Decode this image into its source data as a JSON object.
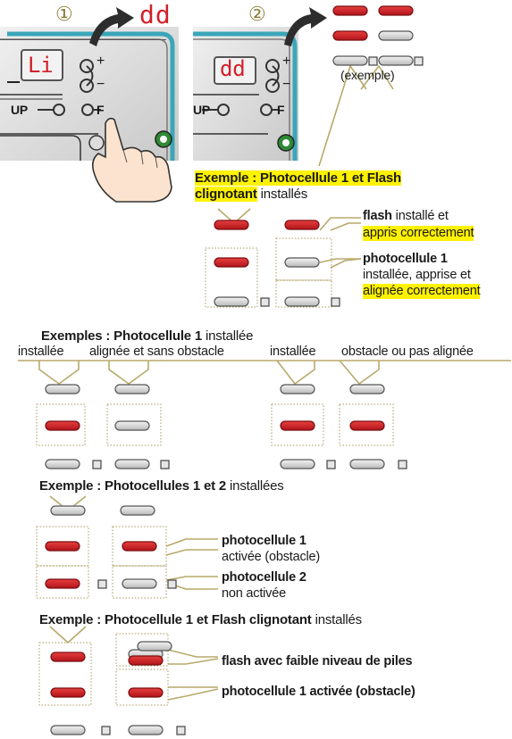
{
  "colors": {
    "led_red": "#d1202a",
    "led_grey": "#cccccc",
    "highlight": "#fff200",
    "leader_line": "#b8a96a",
    "dotted_box": "#a89a5a"
  },
  "illustration": {
    "step1_number": "①",
    "step2_number": "②",
    "display_step1": "Li",
    "arrow_result": "dd",
    "display_step2": "dd",
    "terminal_up": "UP",
    "terminal_f": "F",
    "sign_plus": "+",
    "sign_minus": "−",
    "exemple_note": "(exemple)"
  },
  "section1": {
    "title_line1": "Exemple : Photocellule 1 et Flash",
    "title_line2_bold": "clignotant",
    "title_line2_rest": " installés",
    "flash_bold": "flash",
    "flash_line1_rest": " installé et",
    "flash_line2": "appris correctement",
    "photo_bold": "photocellule 1",
    "photo_line2": "installée, apprise et",
    "photo_line3": "alignée correctement"
  },
  "section2": {
    "title_bold": "Exemples : Photocellule 1",
    "title_rest": " installée",
    "col1": "installée",
    "col2": "alignée et sans obstacle",
    "col3": "installée",
    "col4": "obstacle ou pas alignée"
  },
  "section3": {
    "title_bold": "Exemple : Photocellules 1 et 2",
    "title_rest": " installées",
    "photo1_bold": "photocellule 1",
    "photo1_rest": "activée (obstacle)",
    "photo2_bold": "photocellule 2",
    "photo2_rest": "non activée"
  },
  "section4": {
    "title_bold": "Exemple : Photocellule 1 et Flash clignotant",
    "title_rest": " installés",
    "label1": "flash avec faible niveau de piles",
    "label2": "photocellule 1 activée (obstacle)"
  }
}
